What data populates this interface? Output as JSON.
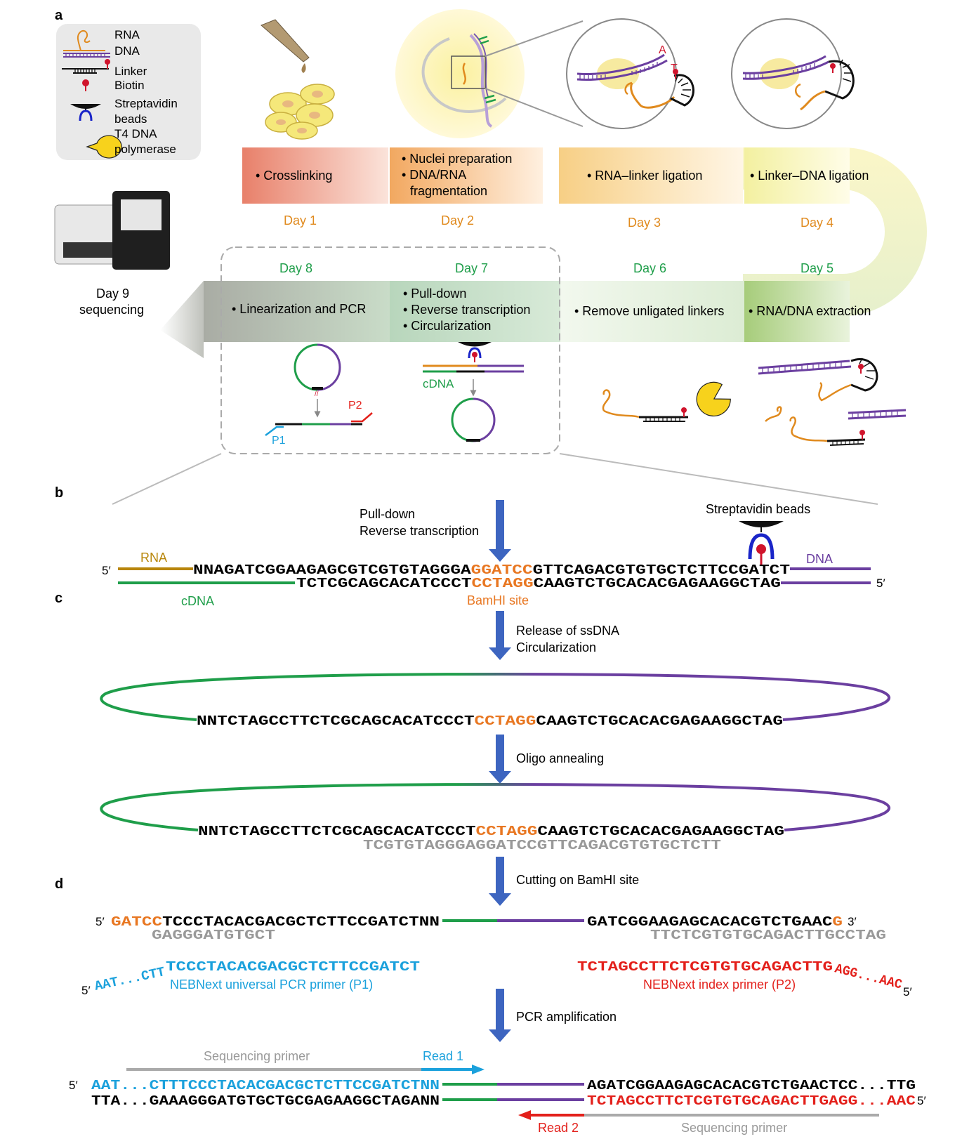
{
  "panels": {
    "a": "a",
    "b": "b",
    "c": "c",
    "d": "d"
  },
  "legend": {
    "rna": "RNA",
    "dna": "DNA",
    "linker": "Linker",
    "biotin": "Biotin",
    "beads_1": "Streptavidin",
    "beads_2": "beads",
    "t4_1": "T4 DNA",
    "t4_2": "polymerase"
  },
  "steps": {
    "d1": "Day 1",
    "d2": "Day 2",
    "d3": "Day 3",
    "d4": "Day 4",
    "d5": "Day 5",
    "d6": "Day 6",
    "d7": "Day 7",
    "d8": "Day 8",
    "d9a": "Day 9",
    "d9b": "sequencing",
    "s1": "• Crosslinking",
    "s2a": "• Nuclei preparation",
    "s2b": "• DNA/RNA",
    "s2c": "fragmentation",
    "s3": "• RNA–linker ligation",
    "s4": "• Linker–DNA ligation",
    "s5": "• RNA/DNA extraction",
    "s6": "• Remove unligated linkers",
    "s7a": "• Pull-down",
    "s7b": "• Reverse transcription",
    "s7c": "• Circularization",
    "s8": "• Linearization and PCR"
  },
  "icons_text": {
    "a": "A",
    "t": "T",
    "cdna": "cDNA",
    "p1": "P1",
    "p2": "P2"
  },
  "b": {
    "arrow1": "Pull-down",
    "arrow2": "Reverse transcription",
    "beads": "Streptavidin beads",
    "five_l": "5′",
    "five_r": "5′",
    "rna": "RNA",
    "dna": "DNA",
    "cdna": "cDNA",
    "top_a": "NNAGATCGGAAGAGCGTCGTGTAGGGA",
    "top_b": "GGATCC",
    "top_c": "GTTCAGACGTGTGCTCTTCCGATCT",
    "bot_a": "TCTCGCAGCACATCCCT",
    "bot_b": "CCTAGG",
    "bot_c": "CAAGTCTGCACACGAGAAGGCTAG",
    "site": "BamHI site"
  },
  "c": {
    "arrow1": "Release of ssDNA",
    "arrow2": "Circularization",
    "seq_a": "NNTCTAGCCTTCTCGCAGCACATCCCT",
    "seq_b": "CCTAGG",
    "seq_c": "CAAGTCTGCACACGAGAAGGCTAG",
    "oligo_arrow": "Oligo annealing",
    "seq2_a": "NNTCTAGCCTTCTCGCAGCACATCCCT",
    "seq2_b": "CCTAGG",
    "seq2_c": "CAAGTCTGCACACGAGAAGGCTAG",
    "oligo": "TCGTGTAGGGAGGATCCGTTCAGACGTGTGCTCTT",
    "cut_arrow": "Cutting on BamHI site"
  },
  "d": {
    "five": "5′",
    "l_a": "GATCC",
    "l_b": "TCCCTACACGACGCTCTTCCGATCTNN",
    "l_low": "GAGGGATGTGCT",
    "r_a": "GATCGGAAGAGCACACGTCTGAAC",
    "r_b": "G",
    "three": "3′",
    "r_low": "TTCTCGTGTGCAGACTTGCCTAG",
    "p1_five": "5′",
    "p1_a": "AAT...CTT",
    "p1_b": "TCCCTACACGACGCTCTTCCGATCT",
    "p1_name": "NEBNext universal PCR primer (P1)",
    "p2_a": "TCTAGCCTTCTCGTGTGCAGACTTG",
    "p2_b": "AGG...AAC",
    "p2_five": "5′",
    "p2_name": "NEBNext index primer (P2)",
    "pcr_arrow": "PCR amplification",
    "seqp_l": "Sequencing primer",
    "read1": "Read 1",
    "five_top": "5′",
    "top_l": "AAT...CTTTCCCTACACGACGCTCTTCCGATCTNN",
    "top_r": "AGATCGGAAGAGCACACGTCTGAACTCC...TTG",
    "bot_l": "TTA...GAAAGGGATGTGCTGCGAGAAGGCTAGANN",
    "bot_r": "TCTAGCCTTCTCGTGTGCAGACTTGAGG...AAC",
    "five_bot": "5′",
    "read2": "Read 2",
    "seqp_r": "Sequencing primer"
  },
  "colors": {
    "rna": "#e08a1e",
    "dna": "#6b3fa0",
    "cdna": "#1f9e4a",
    "bamhi": "#e87722",
    "p1": "#1ba1dc",
    "p2": "#e3201b",
    "day_orange": "#e08a1e",
    "day_green": "#1f9e4a",
    "arrow": "#3d65c0"
  }
}
